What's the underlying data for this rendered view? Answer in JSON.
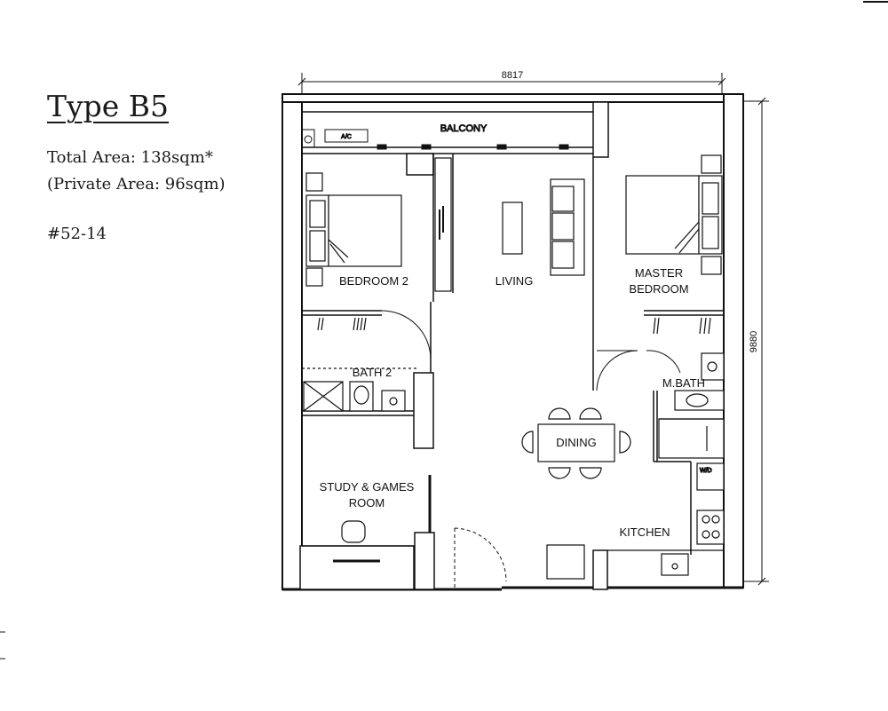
{
  "header": {
    "title": "Type B5",
    "total_area": "Total Area: 138sqm*",
    "private_area": "(Private Area:  96sqm)",
    "unit_no": "#52-14"
  },
  "plan": {
    "dimension_width": "8817",
    "dimension_height": "9880",
    "rooms": {
      "balcony": "BALCONY",
      "bedroom2": "BEDROOM 2",
      "living": "LIVING",
      "master_line1": "MASTER",
      "master_line2": "BEDROOM",
      "bath2": "BATH 2",
      "mbath": "M.BATH",
      "dining": "DINING",
      "study_line1": "STUDY & GAMES",
      "study_line2": "ROOM",
      "kitchen": "KITCHEN"
    },
    "appliance_labels": {
      "ac": "A/C",
      "wd": "W/D"
    }
  }
}
